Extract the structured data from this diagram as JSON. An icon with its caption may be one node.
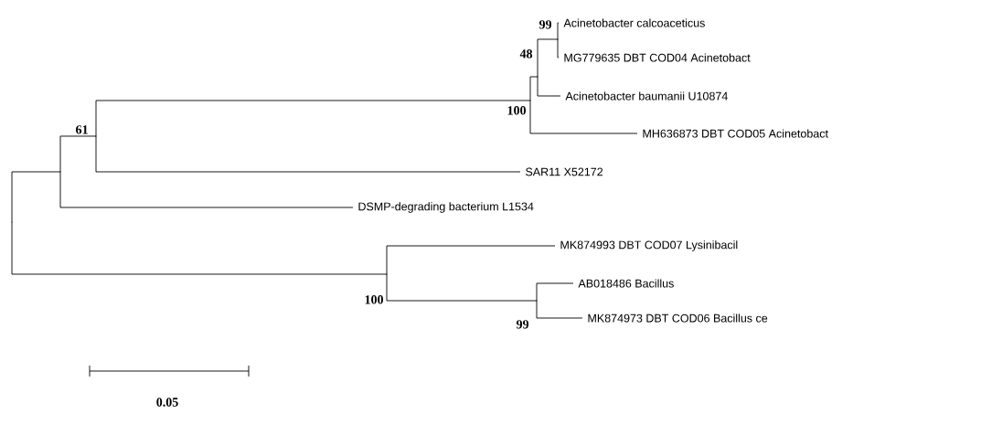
{
  "diagram": {
    "nodes": [
      {
        "text": [],
        "shape": "point"
      },
      {
        "text": [],
        "shape": "point"
      },
      {
        "text": [],
        "shape": "point",
        "beside": [
          "61"
        ]
      },
      {
        "text": [],
        "shape": "point",
        "beside": [
          "100"
        ]
      },
      {
        "text": [],
        "shape": "point",
        "beside": [
          "48"
        ]
      },
      {
        "text": [],
        "shape": "point",
        "beside": [
          "99"
        ]
      },
      {
        "text": [
          "Acinetobacter calcoaceticus"
        ]
      },
      {
        "text": [
          "MG779635 DBT COD04 Acinetobact"
        ]
      },
      {
        "text": [
          "Acinetobacter baumanii U10874"
        ]
      },
      {
        "text": [
          "MH636873 DBT COD05 Acinetobact"
        ]
      },
      {
        "text": [
          "SAR11 X52172"
        ]
      },
      {
        "text": [
          "DSMP-degrading bacterium L1534"
        ]
      },
      {
        "text": [],
        "shape": "point",
        "beside": [
          "100"
        ]
      },
      {
        "text": [
          "MK874993 DBT COD07 Lysinibacil"
        ]
      },
      {
        "text": [],
        "shape": "point",
        "beside": [
          "99"
        ]
      },
      {
        "text": [
          "AB018486 Bacillus"
        ]
      },
      {
        "text": [
          "MK874973 DBT COD06 Bacillus ce"
        ]
      }
    ],
    "edges": [
      {
        "from": 0,
        "to": 1,
        "arrow": "none"
      },
      {
        "from": 0,
        "to": 12,
        "arrow": "none"
      },
      {
        "from": 1,
        "to": 2,
        "arrow": "none"
      },
      {
        "from": 1,
        "to": 11,
        "arrow": "none"
      },
      {
        "from": 2,
        "to": 3,
        "arrow": "none"
      },
      {
        "from": 2,
        "to": 10,
        "arrow": "none"
      },
      {
        "from": 3,
        "to": 4,
        "arrow": "none"
      },
      {
        "from": 3,
        "to": 9,
        "arrow": "none"
      },
      {
        "from": 4,
        "to": 5,
        "arrow": "none"
      },
      {
        "from": 4,
        "to": 8,
        "arrow": "none"
      },
      {
        "from": 5,
        "to": 6,
        "arrow": "none"
      },
      {
        "from": 5,
        "to": 7,
        "arrow": "none"
      },
      {
        "from": 12,
        "to": 13,
        "arrow": "none"
      },
      {
        "from": 12,
        "to": 14,
        "arrow": "none"
      },
      {
        "from": 14,
        "to": 15,
        "arrow": "none"
      },
      {
        "from": 14,
        "to": 16,
        "arrow": "none"
      }
    ],
    "labels": [
      "0.05"
    ]
  }
}
